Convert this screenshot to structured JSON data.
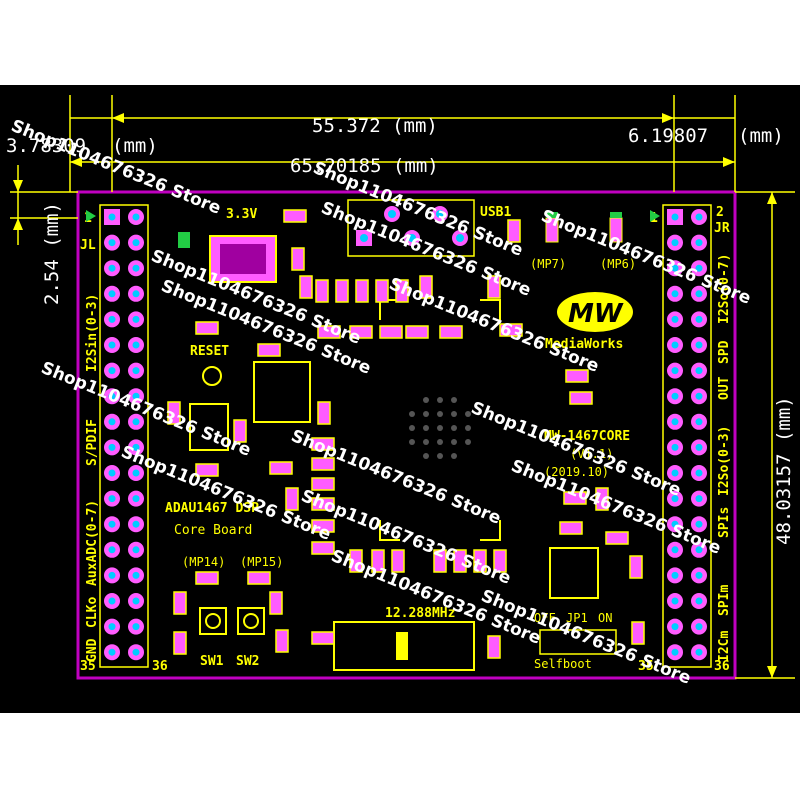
{
  "colors": {
    "background": "#000000",
    "board_outline": "#c000c0",
    "silkscreen": "#ffff00",
    "dimension_lines": "#ffff00",
    "dimension_text": "#ffffff",
    "pads": "#ff5cff",
    "pad_holes": "#00ccff",
    "led_green": "#22cc44"
  },
  "dimensions": {
    "left_offset": "3.78309",
    "unit_left": "(mm)",
    "inner_width": "55.372 (mm)",
    "right_offset": "6.19807",
    "unit_right": "(mm)",
    "total_width": "65.20185 (mm)",
    "height": "48.03157 (mm)",
    "pitch": "2.54 (mm)"
  },
  "board": {
    "left_header": {
      "name": "JL",
      "pin_first": "1",
      "pin_last": "35",
      "pin_last_right": "36"
    },
    "right_header": {
      "name": "JR",
      "pin_first": "1",
      "pin_second": "2",
      "pin_last": "35",
      "pin_last_right": "36"
    },
    "left_signals": [
      "GND",
      "CLKo",
      "AuxADC(0-7)",
      "S/PDIF",
      "I2Sin(0-3)"
    ],
    "right_signals": [
      "I2Cm",
      "SPIm",
      "SPIs",
      "I2So(0-3)",
      "OUT",
      "SPD",
      "I2So(0-7)"
    ],
    "power_label": "3.3V",
    "usb_label": "USB1",
    "brand_name": "MediaWorks",
    "brand_logo": "MW",
    "title_line1": "ADAU1467 DSP",
    "title_line2": "Core Board",
    "core_label": "MW-1467CORE",
    "core_ver": "(V1.1)",
    "core_year": "(2019.10)",
    "crystal_label": "12.288MHz",
    "jp1_off": "OFF",
    "jp1_name": "JP1",
    "jp1_on": "ON",
    "selfboot": "Selfboot",
    "reset_label": "RESET",
    "switches": [
      "SW1",
      "SW2"
    ],
    "mp_labels": [
      "(MP14)",
      "(MP15)",
      "(MP7)",
      "(MP6)"
    ]
  },
  "watermark": "Shop1104676326 Store"
}
